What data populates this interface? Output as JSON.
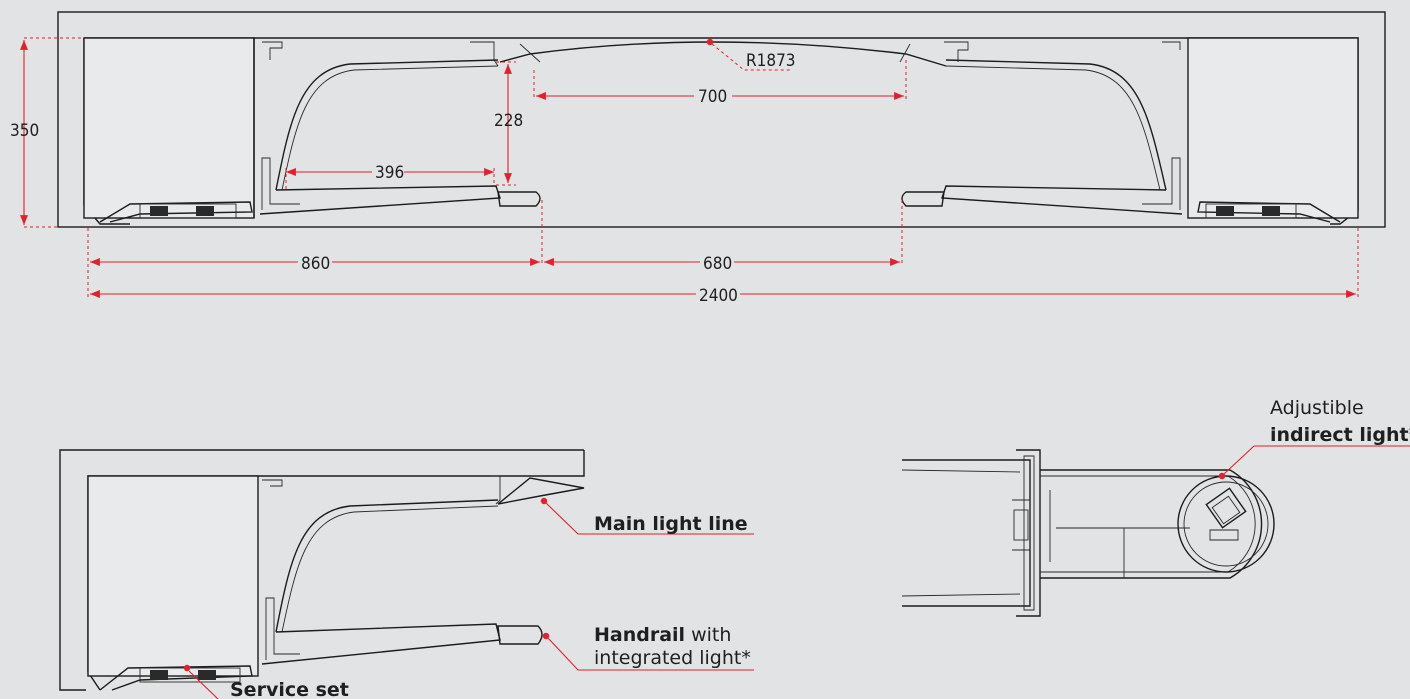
{
  "dimensions": {
    "height_total": "350",
    "lift_height": "228",
    "handrail_length": "396",
    "radius": "R1873",
    "top_span": "700",
    "side_width": "860",
    "gap_width": "680",
    "overall_width": "2400"
  },
  "callouts": {
    "main_light": {
      "bold": "Main light line",
      "text": ""
    },
    "handrail": {
      "bold": "Handrail",
      "text": " with",
      "line2": "integrated light*"
    },
    "service": {
      "bold": "Service set"
    },
    "indirect": {
      "line1": "Adjustible",
      "bold": "indirect light",
      "suffix": "*"
    }
  },
  "colors": {
    "dimension": "#e3202c",
    "outline": "#1c1c1c",
    "background": "#e2e3e4"
  }
}
